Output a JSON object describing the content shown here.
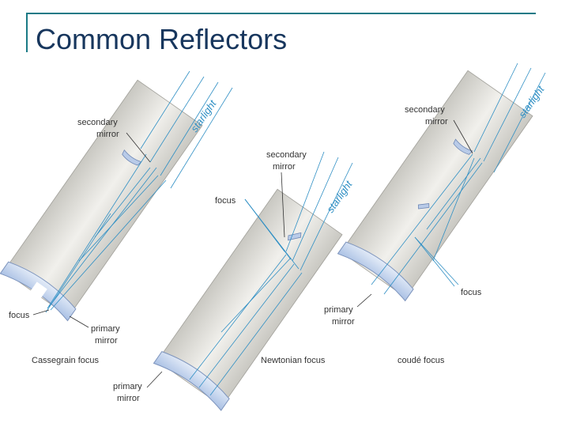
{
  "title": "Common Reflectors",
  "colors": {
    "frame": "#1a7a86",
    "title": "#17365d",
    "tube": "#dcdbd6",
    "light_ray": "#2f8fc4",
    "mirror": "#c9d7ef",
    "leader": "#333333"
  },
  "cassegrain": {
    "starlight": "starlight",
    "secondary_mirror": [
      "secondary",
      "mirror"
    ],
    "focus": "focus",
    "primary_mirror": [
      "primary",
      "mirror"
    ],
    "caption": "Cassegrain focus"
  },
  "newtonian": {
    "starlight": "starlight",
    "secondary_mirror": [
      "secondary",
      "mirror"
    ],
    "focus": "focus",
    "primary_mirror": [
      "primary",
      "mirror"
    ],
    "caption": "Newtonian focus"
  },
  "coude": {
    "starlight": "starlight",
    "secondary_mirror": [
      "secondary",
      "mirror"
    ],
    "focus": "focus",
    "primary_mirror": [
      "primary",
      "mirror"
    ],
    "caption": "coudé focus"
  }
}
